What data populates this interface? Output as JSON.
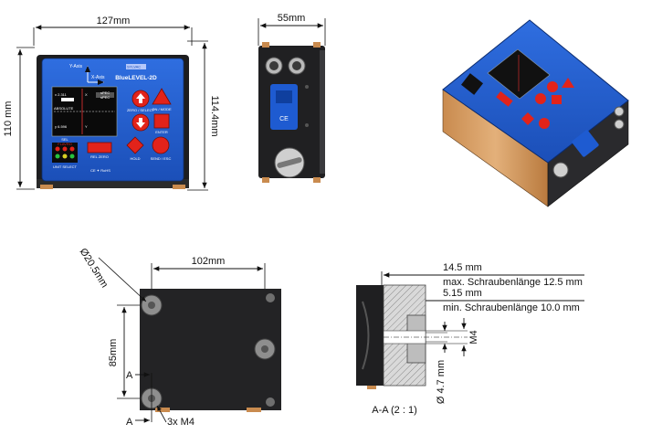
{
  "front_view": {
    "width_label": "127mm",
    "height_left_label": "110 mm",
    "height_right_label": "114.4mm",
    "product_name": "BlueLEVEL-2D",
    "brand": "SYLVAC",
    "y_axis_label": "Y-Axis",
    "x_axis_label": "X-Axis",
    "display": {
      "x_value": "x 2.311",
      "y_value": "y 6.596",
      "x_badge": "X",
      "y_badge": "Y",
      "unit_top": "sPEC",
      "unit_bottom": "sPEC",
      "mode": "ABSOLUTE"
    },
    "buttons": {
      "zero_select": "ZERO / SELECT",
      "on_mode": "ON / MODE",
      "enter": "ENTER",
      "rel_zero": "REL ZERO",
      "hold": "HOLD",
      "send_esc": "SEND / ESC"
    },
    "status_panel": {
      "title": "SEL",
      "label": "FLAVRO",
      "sub": "UNIT SELECT"
    },
    "footer": "CE ✦ RoHS"
  },
  "side_view": {
    "width_label": "55mm"
  },
  "bottom_view": {
    "diameter_label": "Ø20.5mm",
    "width_label": "102mm",
    "height_label": "85mm",
    "section_label_top": "A",
    "section_label_bottom": "A",
    "thread_label": "3x M4"
  },
  "section_view": {
    "dim1_value": "14.5 mm",
    "dim1_note": "max. Schraubenlänge 12.5 mm",
    "dim2_value": "5.15 mm",
    "dim2_note": "min. Schraubenlänge 10.0 mm",
    "thread_label": "M4",
    "diameter_label": "Ø 4.7 mm",
    "caption": "A-A (2 : 1)"
  }
}
